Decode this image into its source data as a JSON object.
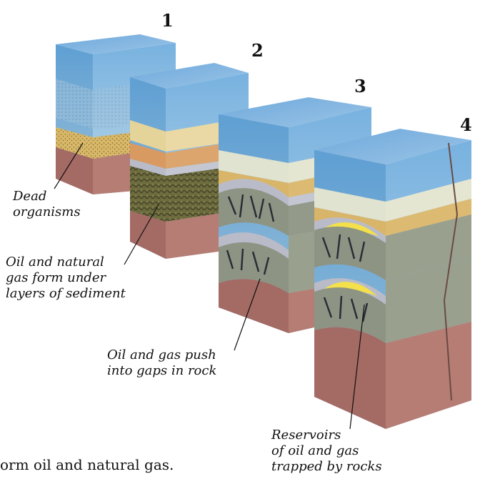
{
  "panels": [
    {
      "number": "1"
    },
    {
      "number": "2"
    },
    {
      "number": "3"
    },
    {
      "number": "4"
    }
  ],
  "labels": {
    "dead_organisms": "Dead\norganisms",
    "oil_gas_form": "Oil and natural\ngas form under\nlayers of sediment",
    "oil_gas_push": "Oil and gas push\ninto gaps in rock",
    "reservoirs": "Reservoirs\nof oil and gas\ntrapped by rocks"
  },
  "caption": "orm oil and natural gas.",
  "colors": {
    "water": "#6fa8d8",
    "sediment": "#d9b56a",
    "rock_base": "#a8706a",
    "gray_layers": "#b9bcc8",
    "oil_dark": "#2a2e36",
    "gas_yellow": "#f3e04a"
  }
}
